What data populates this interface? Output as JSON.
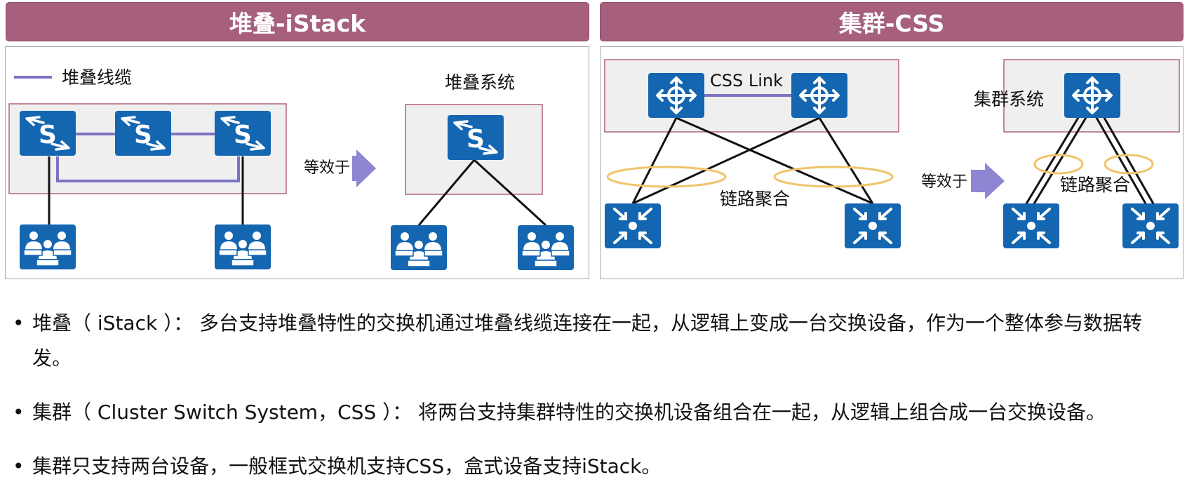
{
  "headers": {
    "left": "堆叠-iStack",
    "right": "集群-CSS"
  },
  "istack": {
    "legend": "堆叠线缆",
    "equiv": "等效于",
    "system_label": "堆叠系统",
    "switch_glyph": "S"
  },
  "css": {
    "link_label": "CSS Link",
    "agg_label": "链路聚合",
    "equiv": "等效于",
    "system_label": "集群系统",
    "agg_label_right": "链路聚合"
  },
  "bullets": [
    "堆叠（ iStack ）： 多台支持堆叠特性的交换机通过堆叠线缆连接在一起，从逻辑上变成一台交换设备，作为一个整体参与数据转发。",
    "集群（ Cluster Switch System，CSS ）： 将两台支持集群特性的交换机设备组合在一起，从逻辑上组合成一台交换设备。",
    "集群只支持两台设备，一般框式交换机支持CSS，盒式设备支持iStack。"
  ],
  "colors": {
    "header_bg": "#a6607e",
    "device_blue": "#1466b0",
    "stack_cable": "#7b74c2",
    "agg_ring": "#f0c46b",
    "system_box_border": "#b3627f"
  }
}
